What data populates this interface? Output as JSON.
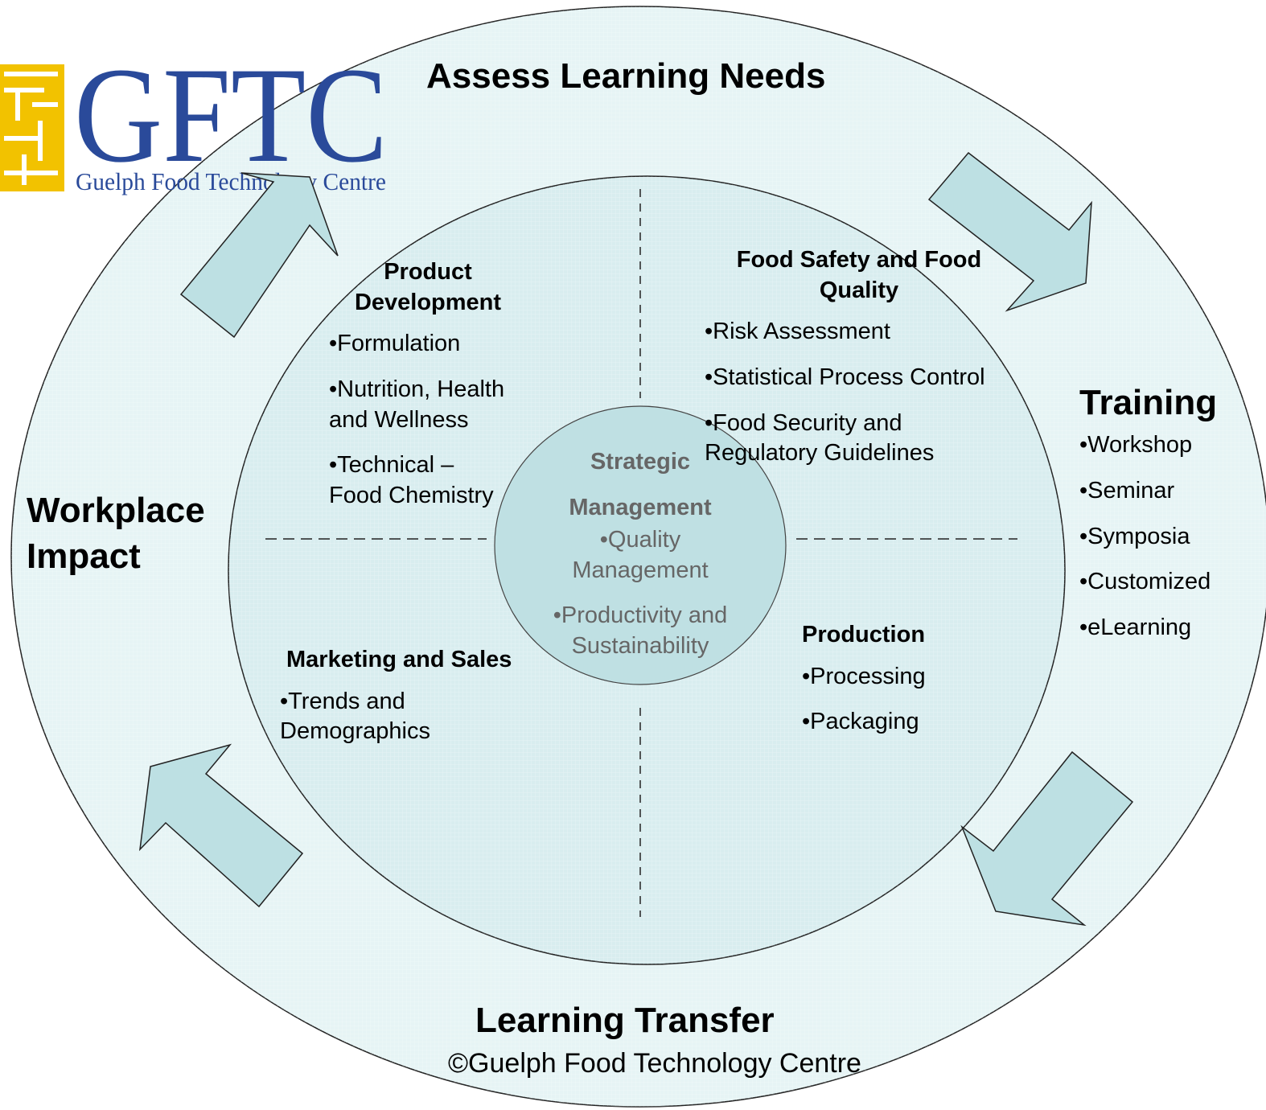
{
  "logo": {
    "letters": "GFTC",
    "subtitle": "Guelph Food Technology Centre"
  },
  "outer": {
    "top": "Assess Learning Needs",
    "right_title": "Training",
    "right_items": [
      "•Workshop",
      "•Seminar",
      "•Symposia",
      "•Customized",
      "•eLearning"
    ],
    "bottom": "Learning Transfer",
    "left": [
      "Workplace",
      "Impact"
    ]
  },
  "quadrants": {
    "top_left": {
      "title": [
        "Product",
        "Development"
      ],
      "items": [
        [
          "•Formulation"
        ],
        [
          "•Nutrition, Health",
          "and Wellness"
        ],
        [
          "•Technical –",
          "Food Chemistry"
        ]
      ]
    },
    "top_right": {
      "title": [
        "Food Safety and Food",
        "Quality"
      ],
      "items": [
        [
          "•Risk Assessment"
        ],
        [
          "•Statistical Process Control"
        ],
        [
          "•Food Security and",
          "Regulatory Guidelines"
        ]
      ]
    },
    "bottom_left": {
      "title": "Marketing and Sales",
      "items": [
        [
          "•Trends and",
          "Demographics"
        ]
      ]
    },
    "bottom_right": {
      "title": "Production",
      "items": [
        [
          "•Processing"
        ],
        [
          "•Packaging"
        ]
      ]
    }
  },
  "center": {
    "title": [
      "Strategic",
      "Management"
    ],
    "items": [
      [
        "•Quality",
        "Management"
      ],
      [
        "•Productivity and",
        "Sustainability"
      ]
    ]
  },
  "copyright": "©Guelph Food Technology Centre",
  "colors": {
    "outer_fill": "#e6f4f5",
    "middle_fill": "#d8edef",
    "center_fill": "#bfe0e3",
    "arrow_fill": "#bde0e3",
    "logo_blue": "#2a4a9a",
    "logo_gold": "#f2c200"
  }
}
